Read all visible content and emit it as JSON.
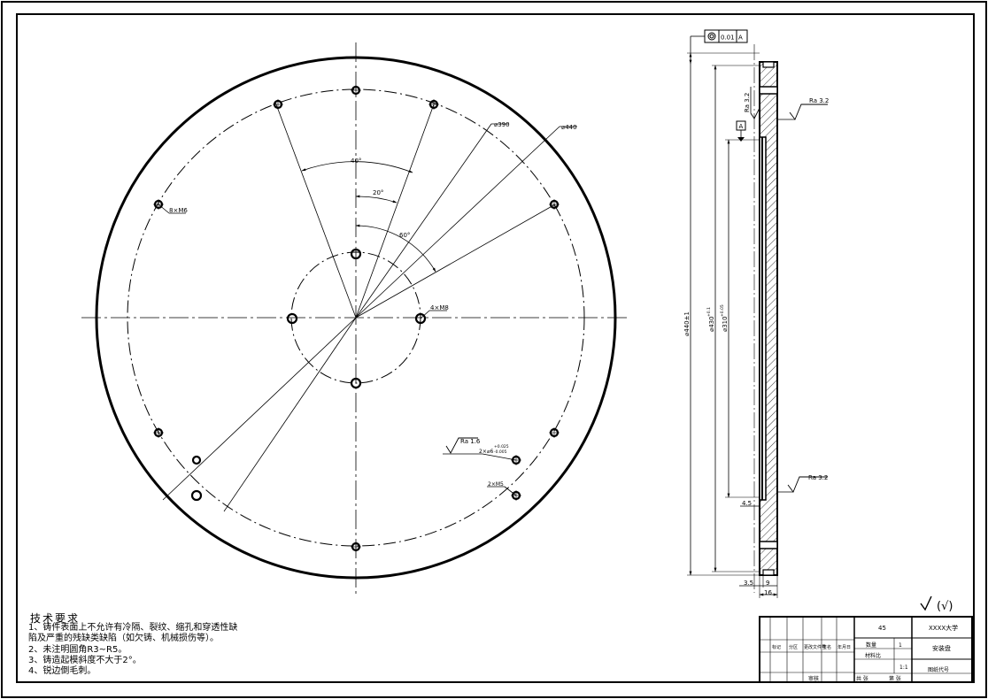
{
  "front_view": {
    "dia_outer_label": "⌀440",
    "dia_pcd_label": "⌀390",
    "angle_40": "40°",
    "angle_20": "20°",
    "angle_60": "60°",
    "holes_outer_label": "8×M6",
    "holes_inner_label": "4×M8",
    "roughness_label": "Ra 1.6",
    "pin_holes_label": "2×⌀6",
    "pin_tol_upper": "+0.025",
    "pin_tol_lower": "-0.005",
    "screw_holes_label": "2×M5"
  },
  "section_view": {
    "tolerance_value": "0.01",
    "datum_ref": "A",
    "datum_label": "A",
    "roughness_top_left": "Ra 3.2",
    "roughness_top_right": "Ra 3.2",
    "roughness_bottom": "Ra 3.2",
    "dim_outer": "⌀440±1",
    "dim_mid": "⌀430",
    "dim_mid_tol": "+0.1",
    "dim_bore": "⌀310",
    "dim_bore_tol": "+0.05",
    "dim_step": "4.5",
    "dim_3_5": "3.5",
    "dim_9": "9",
    "dim_16": "16"
  },
  "general_roughness": "(√)",
  "tech_requirements": {
    "title": "技术要求",
    "items": [
      "1、铸件表面上不允许有冷隔、裂纹、缩孔和穿透性缺",
      "陷及严重的残缺类缺陷（如欠铸、机械损伤等）。",
      "2、未注明圆角R3~R5。",
      "3、铸造起模斜度不大于2°。",
      "4、锐边倒毛刺。"
    ]
  },
  "title_block": {
    "material": "45",
    "school": "XXXX大学",
    "quantity_label": "数量",
    "quantity_value": "1",
    "part_name": "安装盘",
    "weight_label": "材料比",
    "scale": "1:1",
    "drawing_no": "图纸代号",
    "revision_cell": "标记",
    "zone_cell": "分区",
    "doc_cell": "更改文件号",
    "sign_cell": "签名",
    "date_cell": "年月日",
    "check_label": "审核",
    "total_sheets": "共  张",
    "sheet_no": "第  张"
  }
}
